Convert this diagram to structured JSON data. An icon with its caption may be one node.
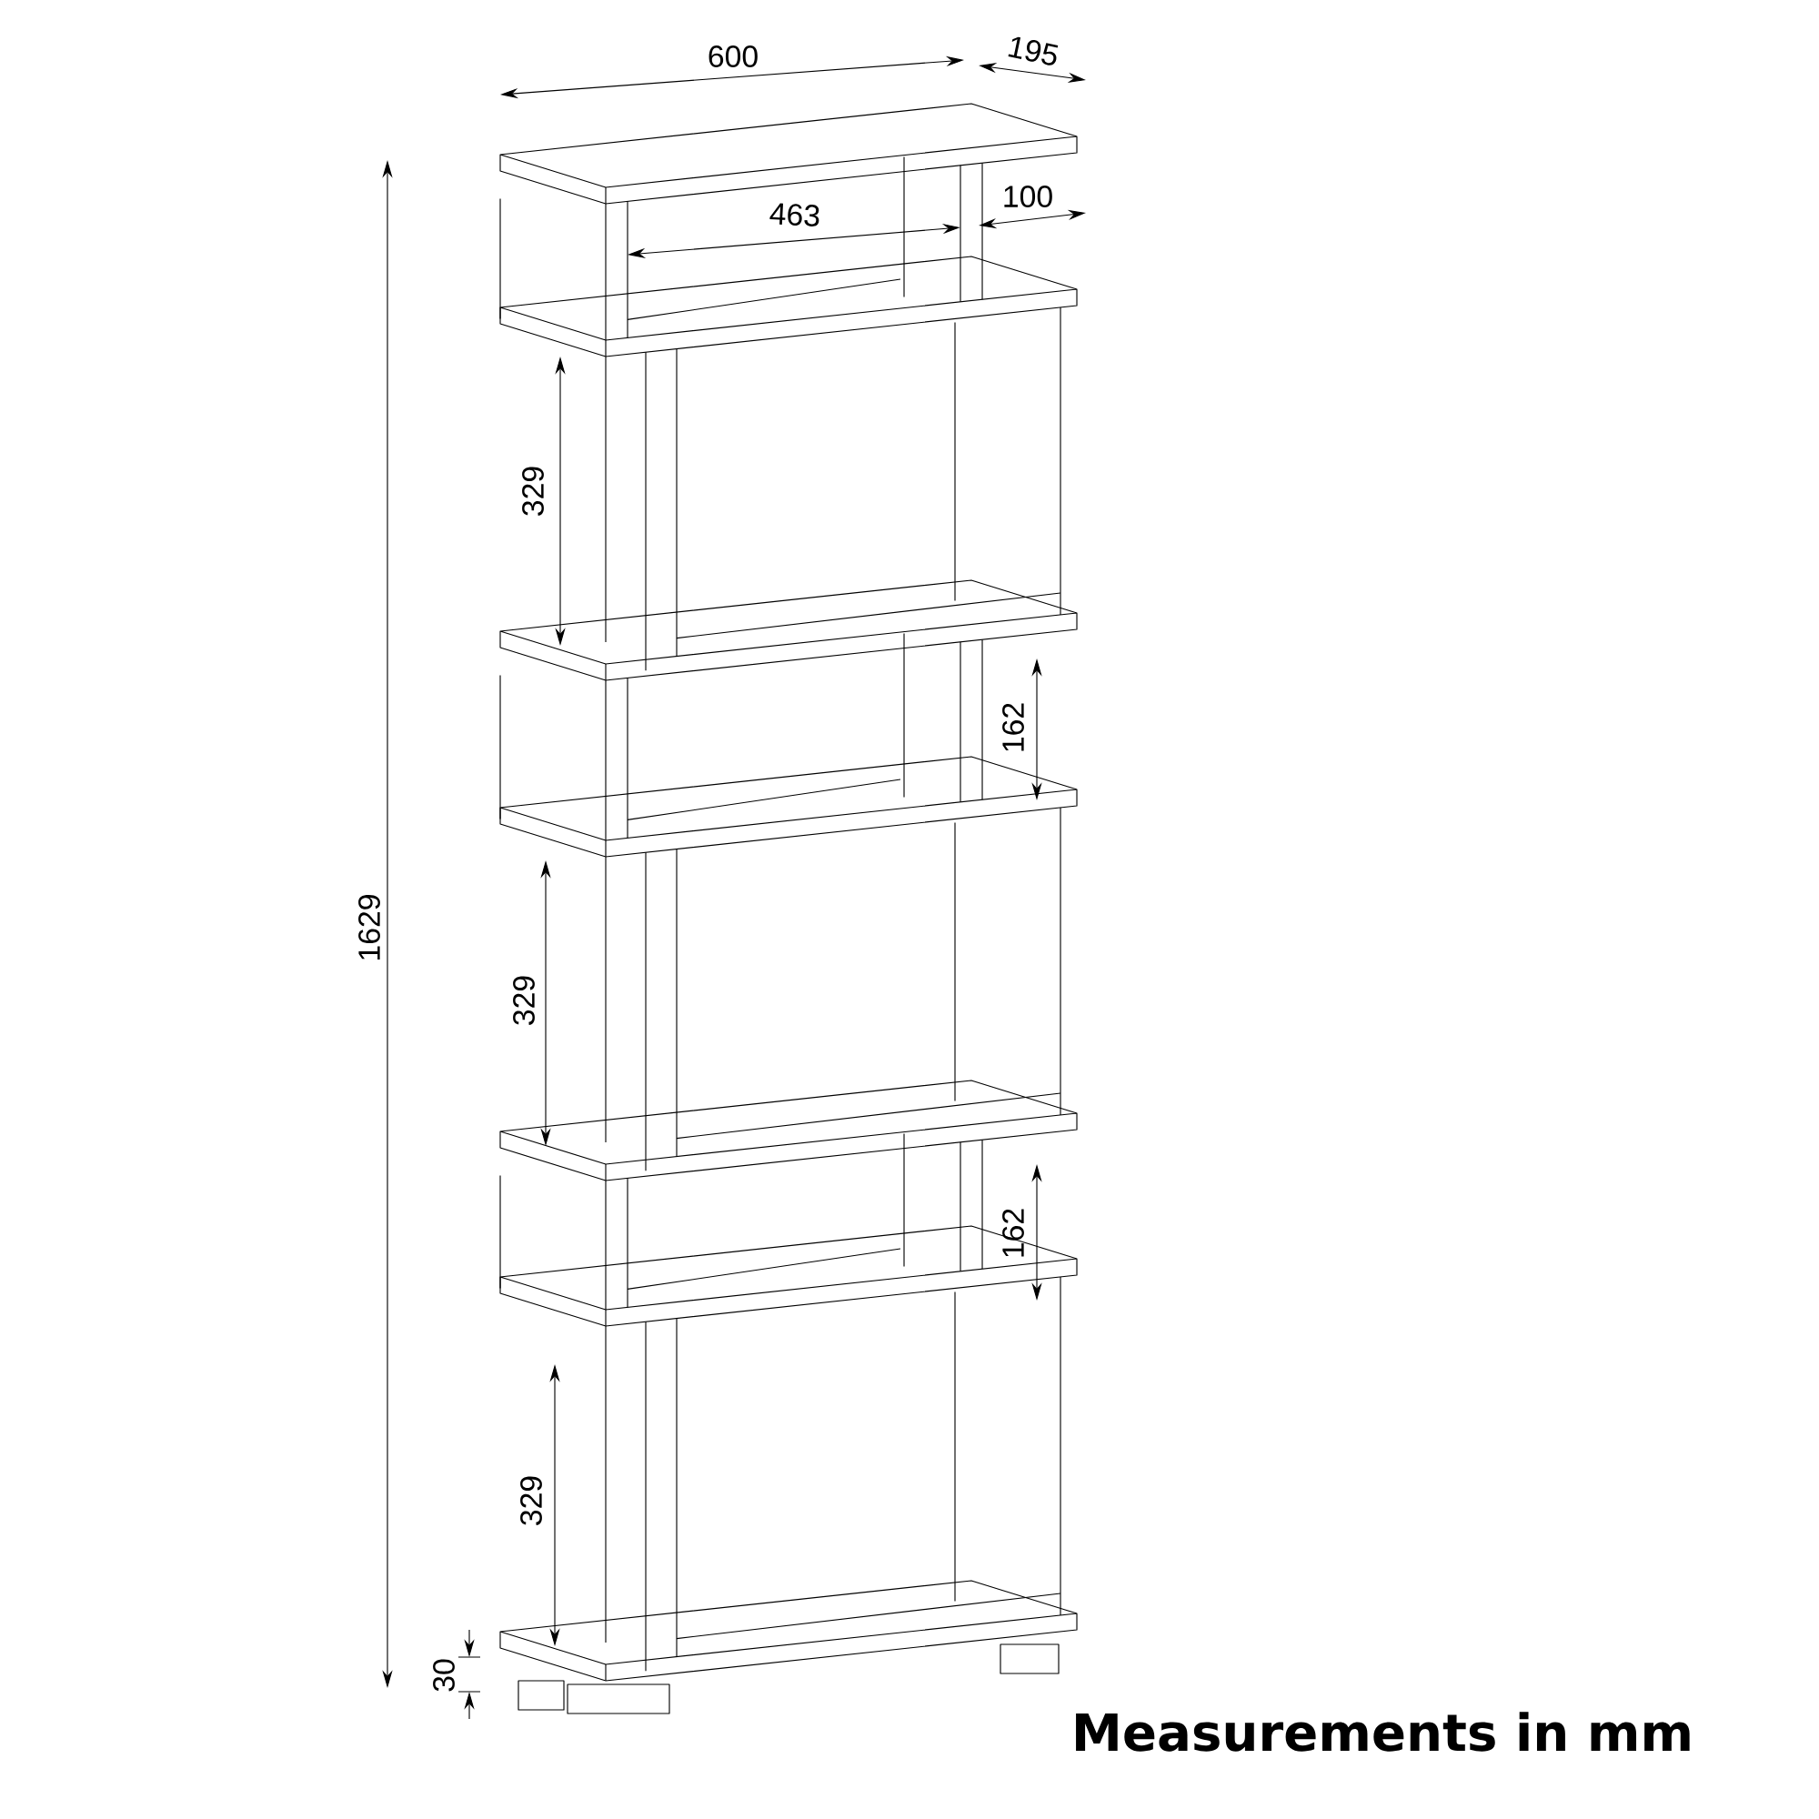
{
  "diagram": {
    "caption": "Measurements in mm",
    "labels": [
      "600",
      "195",
      "463",
      "100",
      "329",
      "162",
      "1629",
      "329",
      "162",
      "329",
      "30"
    ]
  }
}
